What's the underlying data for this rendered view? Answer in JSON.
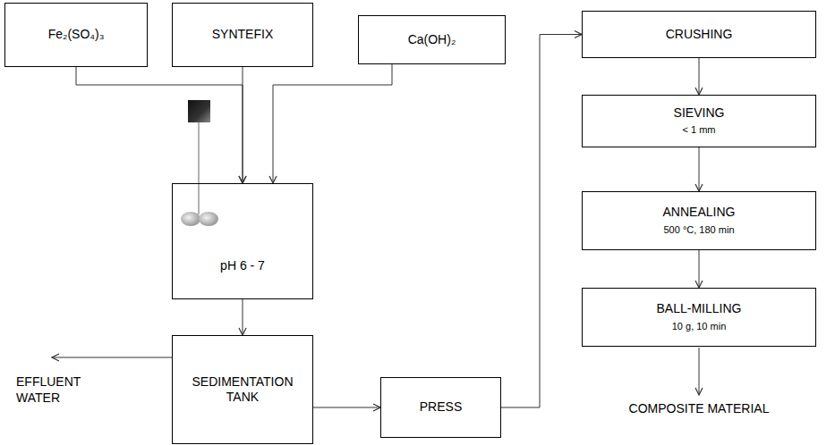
{
  "diagram": {
    "nodes": [
      {
        "text": [
          "Fe₂(SO₄)₃"
        ]
      },
      {
        "text": [
          "SYNTEFIX"
        ]
      },
      {
        "text": [
          "Ca(OH)₂"
        ]
      },
      {
        "text": [
          "pH 6 - 7"
        ]
      },
      {
        "text": [
          "SEDIMENTATION TANK"
        ]
      },
      {
        "text": [
          "PRESS"
        ]
      },
      {
        "text": [
          "CRUSHING"
        ]
      },
      {
        "text": [
          "SIEVING",
          "< 1 mm"
        ]
      },
      {
        "text": [
          "ANNEALING",
          "500 °C, 180 min"
        ]
      },
      {
        "text": [
          "BALL-MILLING",
          "10 g, 10 min"
        ]
      }
    ],
    "edges": [
      {
        "from": 0,
        "to": 3,
        "arrow": "to"
      },
      {
        "from": 1,
        "to": 3,
        "arrow": "to"
      },
      {
        "from": 2,
        "to": 3,
        "arrow": "to"
      },
      {
        "from": 3,
        "to": 4,
        "arrow": "to"
      },
      {
        "from": 4,
        "to": 5,
        "arrow": "to"
      },
      {
        "from": 5,
        "to": 6,
        "arrow": "to"
      },
      {
        "from": 6,
        "to": 7,
        "arrow": "to"
      },
      {
        "from": 7,
        "to": 8,
        "arrow": "to"
      },
      {
        "from": 8,
        "to": 9,
        "arrow": "to"
      }
    ],
    "labels": [
      "EFFLUENT WATER",
      "COMPOSITE MATERIAL"
    ]
  }
}
